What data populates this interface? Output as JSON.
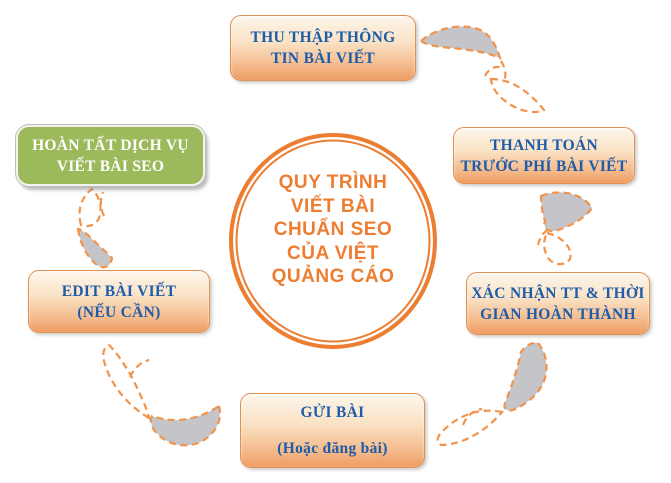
{
  "diagram": {
    "center": {
      "lines": [
        "QUY TRÌNH",
        "VIẾT BÀI",
        "CHUẨN SEO",
        "CỦA VIỆT",
        "QUẢNG CÁO"
      ]
    },
    "steps": [
      {
        "id": "collect-info",
        "variant": "orange",
        "lines": [
          "THU THẬP THÔNG",
          "TIN BÀI VIẾT"
        ]
      },
      {
        "id": "pay-fee",
        "variant": "orange",
        "lines": [
          "THANH TOÁN",
          "TRƯỚC PHÍ BÀI VIẾT"
        ]
      },
      {
        "id": "confirm-time",
        "variant": "orange",
        "lines": [
          "XÁC NHẬN TT & THỜI",
          "GIAN HOÀN THÀNH"
        ]
      },
      {
        "id": "send-article",
        "variant": "orange",
        "lines": [
          "GỬI BÀI",
          "(Hoặc đăng bài)"
        ]
      },
      {
        "id": "edit-article",
        "variant": "orange",
        "lines": [
          "EDIT BÀI VIẾT",
          "(NẾU CẦN)"
        ]
      },
      {
        "id": "complete-service",
        "variant": "green",
        "lines": [
          "HOÀN TẤT DỊCH VỤ",
          "VIẾT BÀI SEO"
        ]
      }
    ],
    "arrows": [
      {
        "name": "curved-dashed-arrow-1",
        "from": "collect-info",
        "to": "pay-fee"
      },
      {
        "name": "curved-dashed-arrow-2",
        "from": "pay-fee",
        "to": "confirm-time"
      },
      {
        "name": "curved-dashed-arrow-3",
        "from": "confirm-time",
        "to": "send-article"
      },
      {
        "name": "curved-dashed-arrow-4",
        "from": "send-article",
        "to": "edit-article"
      },
      {
        "name": "curved-dashed-arrow-5",
        "from": "edit-article",
        "to": "complete-service"
      }
    ]
  },
  "colors": {
    "accent": "#ED7D31",
    "box-text": "#1D5CA8",
    "box-grad-top": "#FDF6EC",
    "box-grad-bottom": "#EE9C62",
    "box-border": "#E0904F",
    "green": "#9CBA5B",
    "green-text": "#FFFFFF",
    "arrow-gray": "#C5C4C8",
    "arrow-dash": "#F2934B"
  }
}
